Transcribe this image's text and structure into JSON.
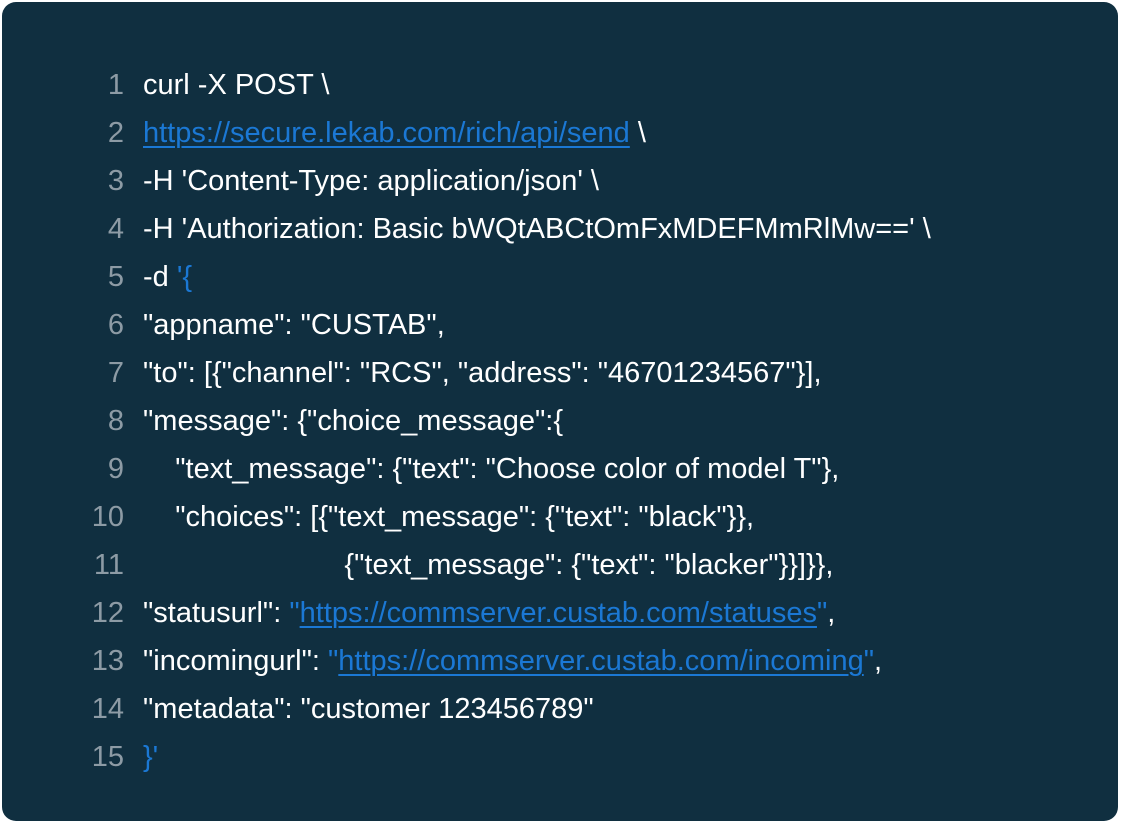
{
  "colors": {
    "background": "#102f40",
    "text": "#ffffff",
    "line_number": "#8d9ba5",
    "accent": "#1b78d4"
  },
  "lines": [
    {
      "n": "1",
      "segments": [
        {
          "t": "curl -X POST \\",
          "s": "plain"
        }
      ]
    },
    {
      "n": "2",
      "segments": [
        {
          "t": "https://secure.lekab.com/rich/api/send",
          "s": "link"
        },
        {
          "t": " \\",
          "s": "plain"
        }
      ]
    },
    {
      "n": "3",
      "segments": [
        {
          "t": "-H 'Content-Type: application/json' \\",
          "s": "plain"
        }
      ]
    },
    {
      "n": "4",
      "segments": [
        {
          "t": "-H 'Authorization: Basic bWQtABCtOmFxMDEFMmRlMw==' \\",
          "s": "plain"
        }
      ]
    },
    {
      "n": "5",
      "segments": [
        {
          "t": "-d ",
          "s": "plain"
        },
        {
          "t": "'{",
          "s": "blue"
        }
      ]
    },
    {
      "n": "6",
      "segments": [
        {
          "t": "\"appname\": \"CUSTAB\",",
          "s": "plain"
        }
      ]
    },
    {
      "n": "7",
      "segments": [
        {
          "t": "\"to\": [{\"channel\": \"RCS\", \"address\": \"46701234567\"}],",
          "s": "plain"
        }
      ]
    },
    {
      "n": "8",
      "segments": [
        {
          "t": "\"message\": {\"choice_message\":{",
          "s": "plain"
        }
      ]
    },
    {
      "n": "9",
      "segments": [
        {
          "t": "    \"text_message\": {\"text\": \"Choose color of model T\"},",
          "s": "plain"
        }
      ]
    },
    {
      "n": "10",
      "segments": [
        {
          "t": "    \"choices\": [{\"text_message\": {\"text\": \"black\"}},",
          "s": "plain"
        }
      ]
    },
    {
      "n": "11",
      "segments": [
        {
          "t": "                         {\"text_message\": {\"text\": \"blacker\"}}]}},",
          "s": "plain"
        }
      ]
    },
    {
      "n": "12",
      "segments": [
        {
          "t": "\"statusurl\": ",
          "s": "plain"
        },
        {
          "t": "\"",
          "s": "blue"
        },
        {
          "t": "https://commserver.custab.com/statuses",
          "s": "link"
        },
        {
          "t": "\"",
          "s": "blue"
        },
        {
          "t": ",",
          "s": "plain"
        }
      ]
    },
    {
      "n": "13",
      "segments": [
        {
          "t": "\"incomingurl\": ",
          "s": "plain"
        },
        {
          "t": "\"",
          "s": "blue"
        },
        {
          "t": "https://commserver.custab.com/incoming",
          "s": "link"
        },
        {
          "t": "\"",
          "s": "blue"
        },
        {
          "t": ",",
          "s": "plain"
        }
      ]
    },
    {
      "n": "14",
      "segments": [
        {
          "t": "\"metadata\": \"customer 123456789\"",
          "s": "plain"
        }
      ]
    },
    {
      "n": "15",
      "segments": [
        {
          "t": "}'",
          "s": "blue"
        }
      ]
    }
  ]
}
